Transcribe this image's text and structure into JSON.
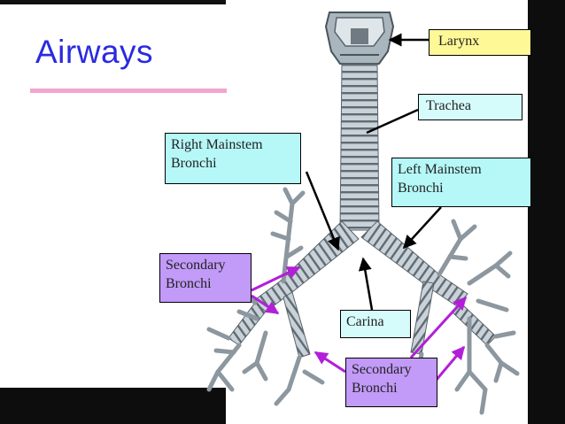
{
  "slide": {
    "title": "Airways"
  },
  "labels": {
    "larynx": "Larynx",
    "trachea": "Trachea",
    "right_mainstem": [
      "Right Mainstem",
      "Bronchi"
    ],
    "left_mainstem": [
      "Left Mainstem",
      "Bronchi"
    ],
    "secondary_left": [
      "Secondary",
      "Bronchi"
    ],
    "carina": "Carina",
    "secondary_bottom": [
      "Secondary",
      "Bronchi"
    ]
  },
  "colors": {
    "title": "#2a2ae0",
    "underline": "#f2a6cf",
    "arrow_black": "#000000",
    "arrow_purple": "#b21fd8",
    "airway_fill": "#c9d2d8",
    "airway_stripe": "#5f6a72",
    "label_yellow": "#fff897",
    "label_cyan": "#d6fbfb",
    "label_purple": "#c29af8"
  }
}
